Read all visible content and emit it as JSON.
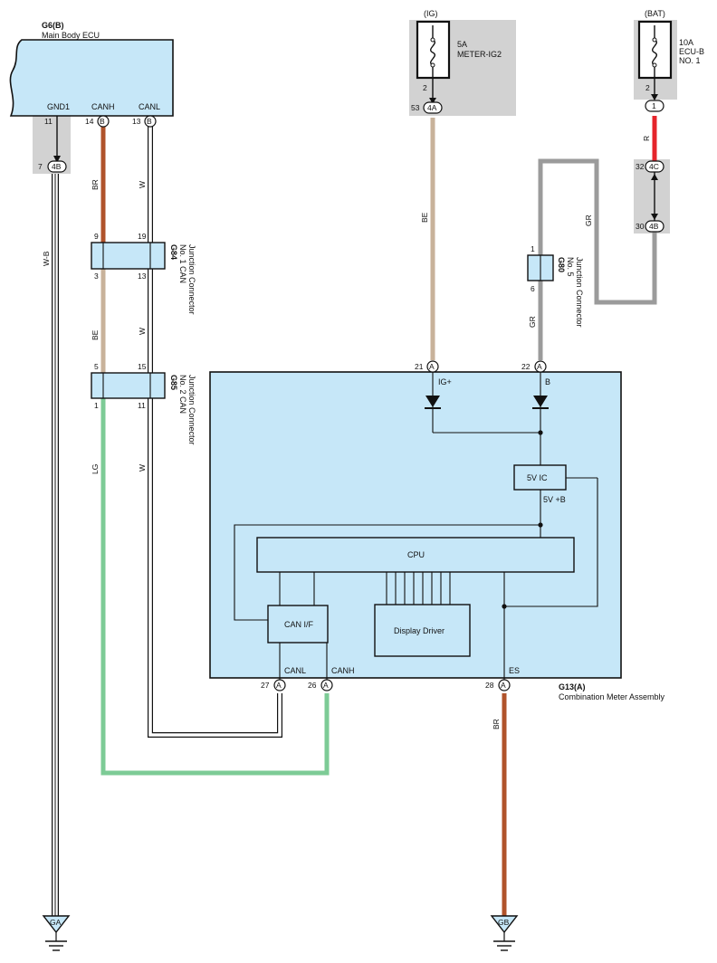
{
  "components": {
    "main_body_ecu": {
      "code": "G6(B)",
      "name": "Main Body ECU",
      "pins": {
        "gnd1": "GND1",
        "canh": "CANH",
        "canl": "CANL"
      }
    },
    "fuse_ig": {
      "source": "(IG)",
      "rating": "5A",
      "name": "METER-IG2"
    },
    "fuse_bat": {
      "source": "(BAT)",
      "rating": "10A",
      "name_line1": "ECU-B",
      "name_line2": "NO. 1"
    },
    "g84": {
      "code": "G84",
      "line1": "No. 1 CAN",
      "line2": "Junction Connector"
    },
    "g85": {
      "code": "G85",
      "line1": "No. 2 CAN",
      "line2": "Junction Connector"
    },
    "g80": {
      "code": "G80",
      "line1": "No. 5",
      "line2": "Junction Connector"
    },
    "meter": {
      "code": "G13(A)",
      "name": "Combination Meter Assembly",
      "ig_label": "IG+",
      "b_label": "B",
      "ic_label": "5V IC",
      "supply_label": "5V +B",
      "cpu_label": "CPU",
      "canif_label": "CAN I/F",
      "display_label": "Display Driver",
      "canl_label": "CANL",
      "canh_label": "CANH",
      "es_label": "ES"
    },
    "grounds": {
      "ga": "GA",
      "gb": "GB"
    }
  },
  "pins": {
    "ecu_gnd1": "11",
    "ecu_canh": "14",
    "ecu_canl": "13",
    "ecu_canh_conn": "B",
    "ecu_canl_conn": "B",
    "gnd_splice": "7",
    "gnd_splice_conn": "4B",
    "fuse_ig_out": "2",
    "ig_splice": "53",
    "ig_splice_conn": "4A",
    "fuse_bat_out": "2",
    "bat_splice": "1",
    "j4c": "32",
    "j4c_conn": "4C",
    "j4b": "30",
    "j4b_conn": "4B",
    "g84_9": "9",
    "g84_19": "19",
    "g84_3": "3",
    "g84_13": "13",
    "g85_5": "5",
    "g85_15": "15",
    "g85_1": "1",
    "g85_11": "11",
    "g80_1": "1",
    "g80_6": "6",
    "m21": "21",
    "m22": "22",
    "m27": "27",
    "m26": "26",
    "m28": "28",
    "meter_conn": "A"
  },
  "wire_colors": {
    "w_b": "W-B",
    "br": "BR",
    "w": "W",
    "be": "BE",
    "lg": "LG",
    "r": "R",
    "gr": "GR"
  },
  "colors": {
    "br": "#b0532b",
    "be": "#c8b29a",
    "lg": "#7dcb96",
    "r": "#e5242b",
    "gr": "#9b9b9b",
    "w": "#ffffff",
    "box": "#c6e7f8",
    "gray": "#d2d2d2"
  }
}
